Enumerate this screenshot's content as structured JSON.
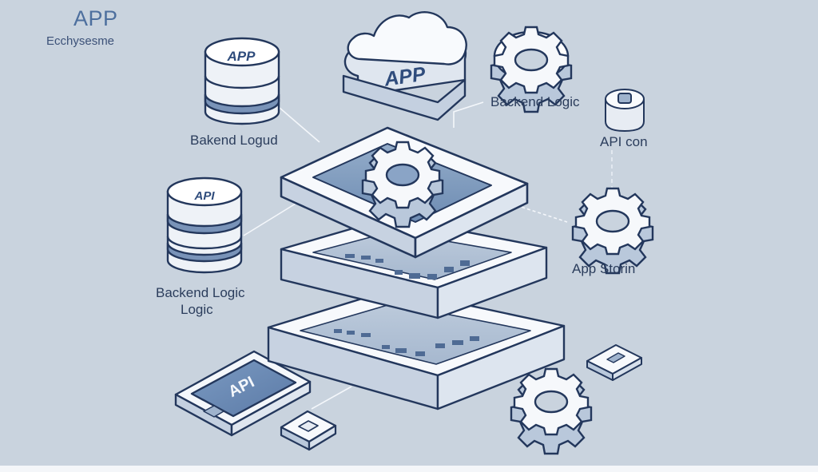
{
  "header": {
    "title": "APP",
    "subtitle": "Ecchysesme"
  },
  "labels": {
    "db_top": "Bakend Logud",
    "gear_top_right": "Backend Logic",
    "api_con": "API con",
    "app_store": "App Storin",
    "db_bottom_line1": "Backend Logic",
    "db_bottom_line2": "Logic"
  },
  "icons": {
    "db_top": "APP",
    "cloud": "APP",
    "db_bottom": "API",
    "phone": "API"
  },
  "colors": {
    "background": "#c9d3de",
    "accent": "#6d8db5",
    "outline": "#23375c",
    "surface": "#f7f9fc"
  }
}
